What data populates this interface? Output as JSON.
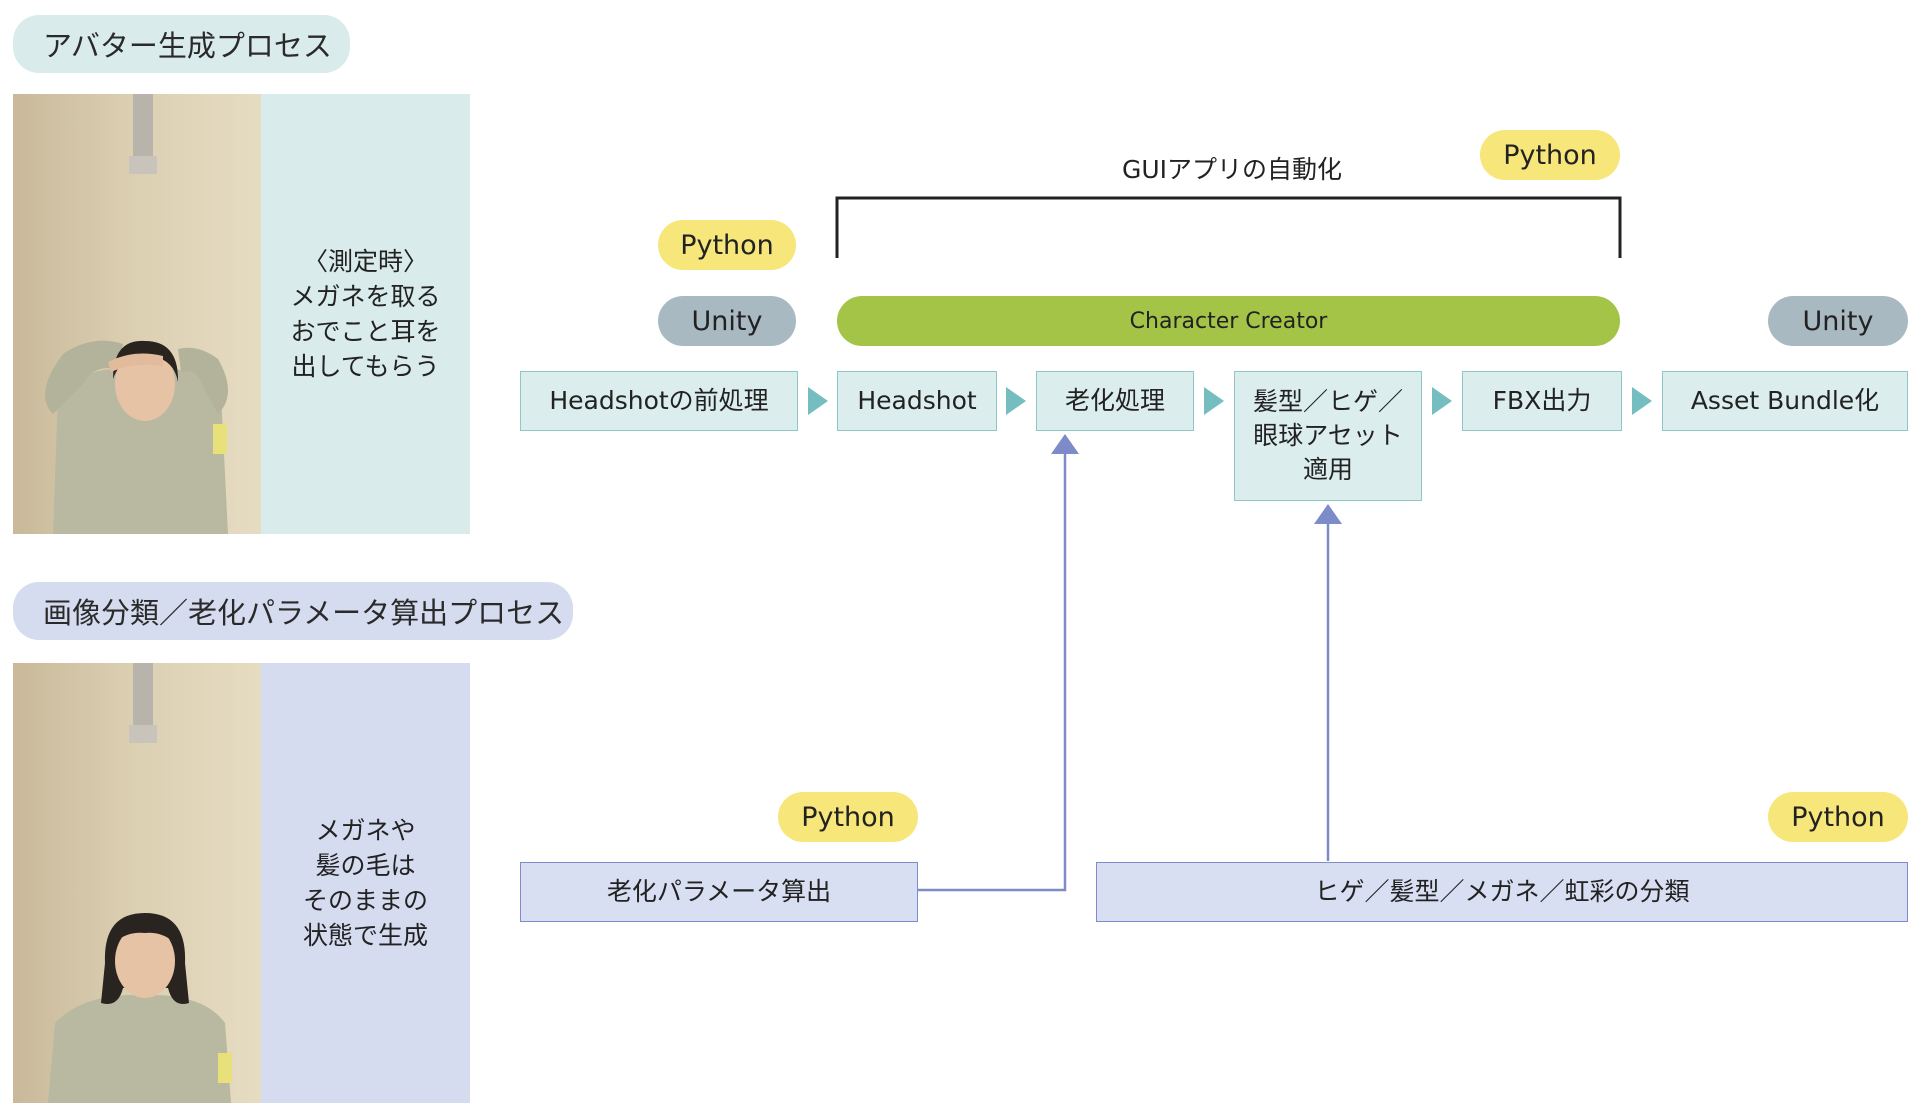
{
  "sections": {
    "avatar_title": "アバター生成プロセス",
    "classify_title": "画像分類／老化パラメータ算出プロセス"
  },
  "notes": {
    "measure": "〈測定時〉\nメガネを取る\nおでこと耳を\n出してもらう",
    "keep": "メガネや\n髪の毛は\nそのままの\n状態で生成"
  },
  "tags": {
    "python": "Python",
    "unity": "Unity"
  },
  "gui_label": "GUIアプリの自動化",
  "character_creator": "Character Creator",
  "pipeline": [
    "Headshotの前処理",
    "Headshot",
    "老化処理",
    "髪型／ヒゲ／\n眼球アセット\n適用",
    "FBX出力",
    "Asset Bundle化"
  ],
  "inputs": {
    "aging_params": "老化パラメータ算出",
    "classification": "ヒゲ／髪型／メガネ／虹彩の分類"
  },
  "colors": {
    "teal_panel": "#d9ebeb",
    "purple_panel": "#d5dcf0",
    "python": "#f7e67a",
    "unity": "#a9b9c2",
    "character_creator": "#a3c447",
    "arrow_teal": "#74bec0",
    "arrow_purple": "#7d8bc8"
  }
}
